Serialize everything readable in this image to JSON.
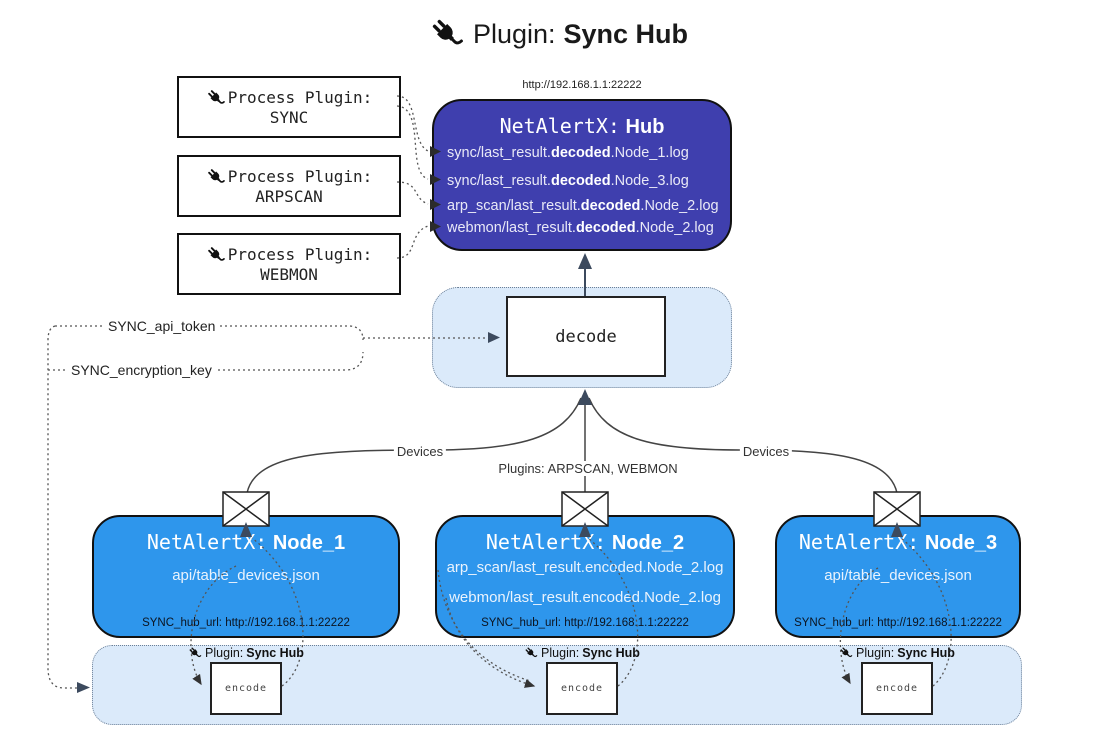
{
  "title": {
    "label": "Plugin:",
    "name": "Sync Hub"
  },
  "colors": {
    "hub_fill": "#3f3fae",
    "node_fill": "#2e96ec",
    "band_fill": "#dbeafa",
    "arrow_accent": "#3c4a5e",
    "border": "#111111"
  },
  "hub": {
    "url": "http://192.168.1.1:22222",
    "title_prefix": "NetAlertX:",
    "title_name": "Hub",
    "logs": [
      {
        "pre": "sync/last_result.",
        "bold": "decoded",
        "post": ".Node_1.log"
      },
      {
        "pre": "sync/last_result.",
        "bold": "decoded",
        "post": ".Node_3.log"
      },
      {
        "pre": "arp_scan/last_result.",
        "bold": "decoded",
        "post": ".Node_2.log"
      },
      {
        "pre": "webmon/last_result.",
        "bold": "decoded",
        "post": ".Node_2.log"
      }
    ]
  },
  "process_plugins": [
    {
      "label": "Process Plugin:",
      "name": "SYNC"
    },
    {
      "label": "Process Plugin:",
      "name": "ARPSCAN"
    },
    {
      "label": "Process Plugin:",
      "name": "WEBMON"
    }
  ],
  "decode_box": {
    "label": "decode"
  },
  "settings": {
    "api_token": "SYNC_api_token",
    "encryption_key": "SYNC_encryption_key"
  },
  "edge_labels": {
    "devices_left": "Devices",
    "plugins_center": "Plugins: ARPSCAN, WEBMON",
    "devices_right": "Devices"
  },
  "nodes": [
    {
      "title_prefix": "NetAlertX:",
      "title_name": "Node_1",
      "files": [
        "api/table_devices.json"
      ],
      "hub_url": "SYNC_hub_url: http://192.168.1.1:22222"
    },
    {
      "title_prefix": "NetAlertX:",
      "title_name": "Node_2",
      "files": [
        "arp_scan/last_result.encoded.Node_2.log",
        "webmon/last_result.encoded.Node_2.log"
      ],
      "hub_url": "SYNC_hub_url: http://192.168.1.1:22222"
    },
    {
      "title_prefix": "NetAlertX:",
      "title_name": "Node_3",
      "files": [
        "api/table_devices.json"
      ],
      "hub_url": "SYNC_hub_url: http://192.168.1.1:22222"
    }
  ],
  "encoders": [
    {
      "label": "Plugin:",
      "name": "Sync Hub",
      "box": "encode"
    },
    {
      "label": "Plugin:",
      "name": "Sync Hub",
      "box": "encode"
    },
    {
      "label": "Plugin:",
      "name": "Sync Hub",
      "box": "encode"
    }
  ]
}
